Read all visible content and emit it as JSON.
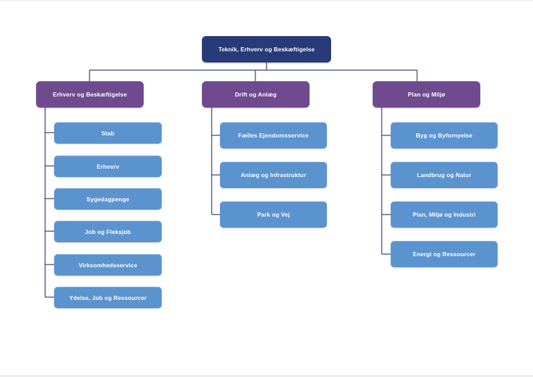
{
  "root": {
    "label": "Teknik, Erhverv og Beskæftigelse"
  },
  "branches": [
    {
      "label": "Erhverv og Beskæftigelse",
      "children": [
        "Stab",
        "Erhverv",
        "Sygedagpenge",
        "Job og Fleksjob",
        "Virksomhedsservice",
        "Ydelse, Job og Ressourcer"
      ]
    },
    {
      "label": "Drift og Anlæg",
      "children": [
        "Fælles Ejendomsservice",
        "Anlæg og Infrastruktur",
        "Park og Vej"
      ]
    },
    {
      "label": "Plan og Miljø",
      "children": [
        "Byg og Byfornyelse",
        "Landbrug og Natur",
        "Plan, Miljø og Industri",
        "Energi og Ressourcer"
      ]
    }
  ],
  "colors": {
    "root": "#283a78",
    "branch": "#6f4a8f",
    "leaf": "#5b93cf",
    "connector": "#2f3d73"
  }
}
